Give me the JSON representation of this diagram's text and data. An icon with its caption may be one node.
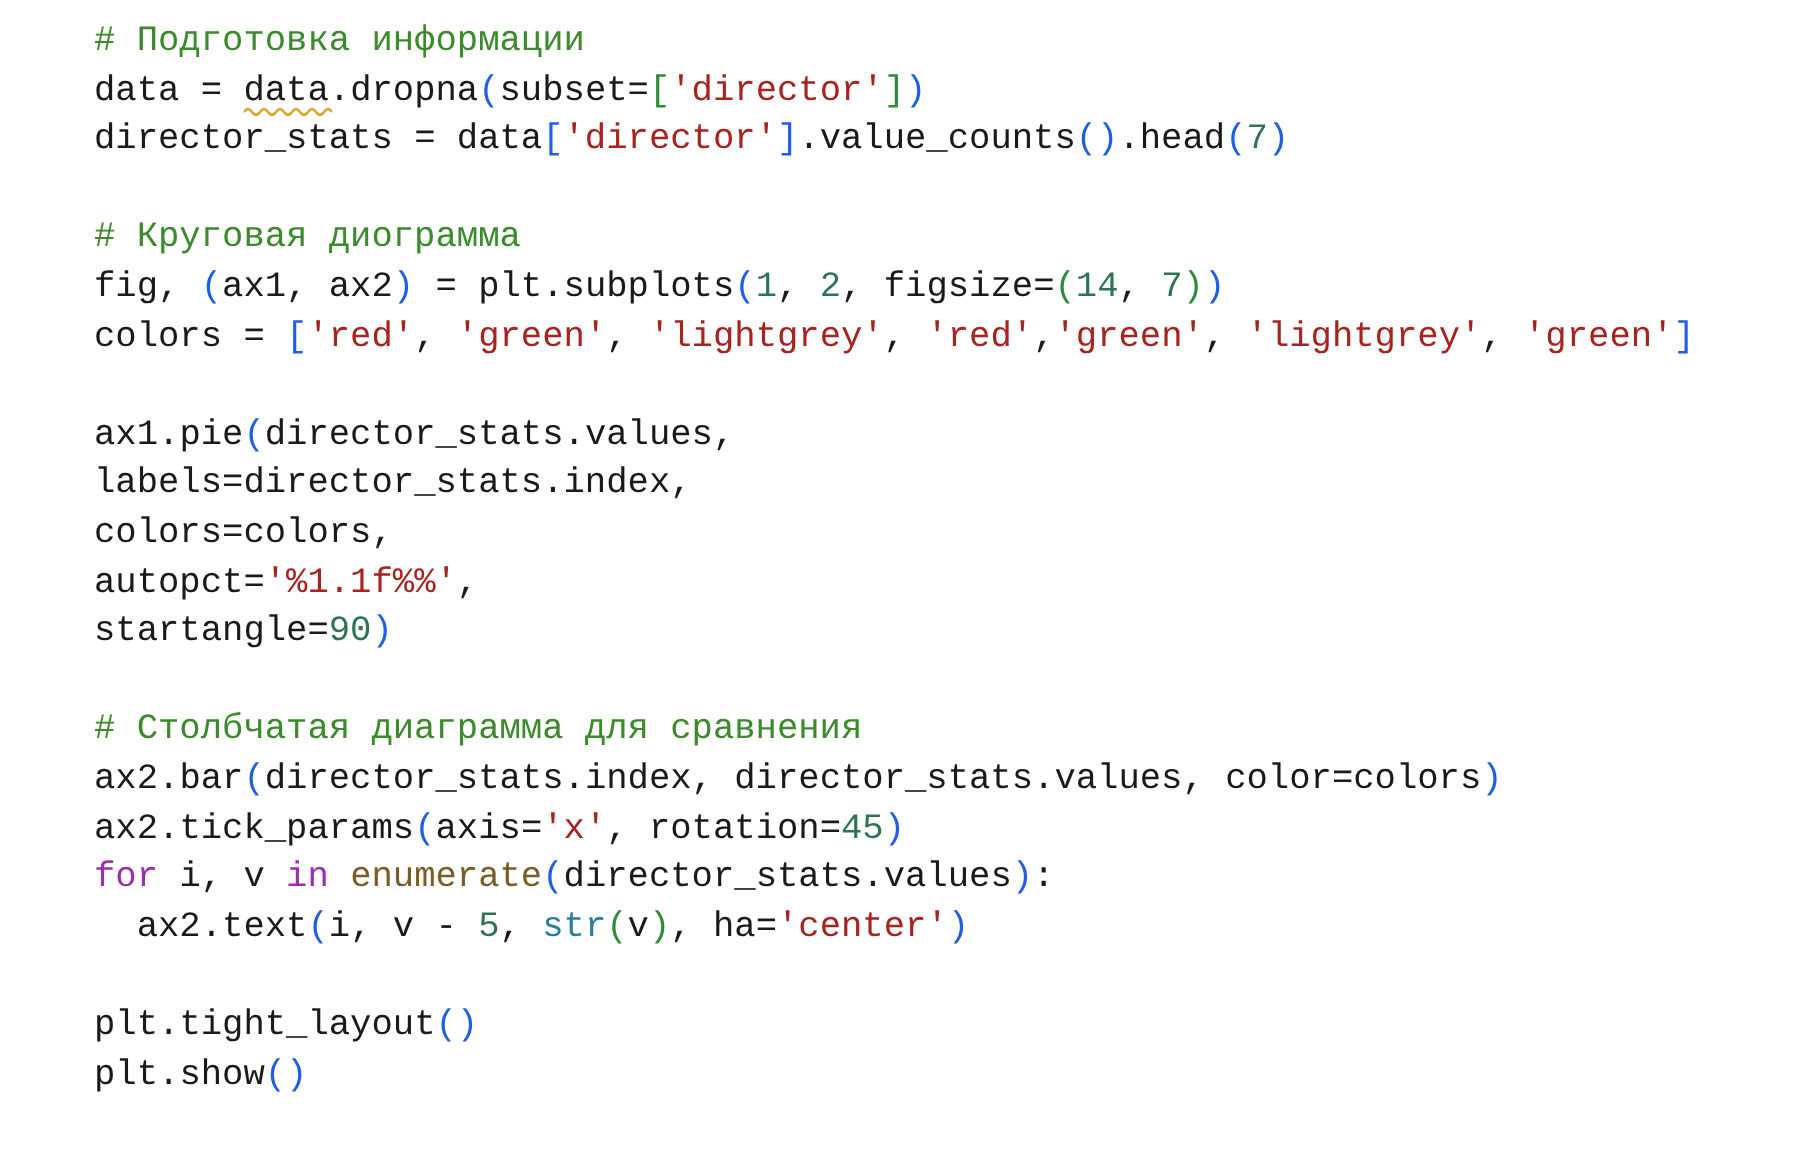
{
  "diagram": {
    "labels": [
      "# Подготовка информации",
      "data = data.dropna(subset=['director'])",
      "director_stats = data['director'].value_counts().head(7)",
      "# Круговая диограмма",
      "fig, (ax1, ax2) = plt.subplots(1, 2, figsize=(14, 7))",
      "colors = ['red', 'green', 'lightgrey', 'red','green', 'lightgrey', 'green']",
      "ax1.pie(director_stats.values,",
      "labels=director_stats.index,",
      "colors=colors,",
      "autopct='%1.1f%%',",
      "startangle=90)",
      "# Столбчатая диаграмма для сравнения",
      "ax2.bar(director_stats.index, director_stats.values, color=colors)",
      "ax2.tick_params(axis='x', rotation=45)",
      "for i, v in enumerate(director_stats.values):",
      "  ax2.text(i, v - 5, str(v), ha='center')",
      "plt.tight_layout()",
      "plt.show()"
    ]
  }
}
